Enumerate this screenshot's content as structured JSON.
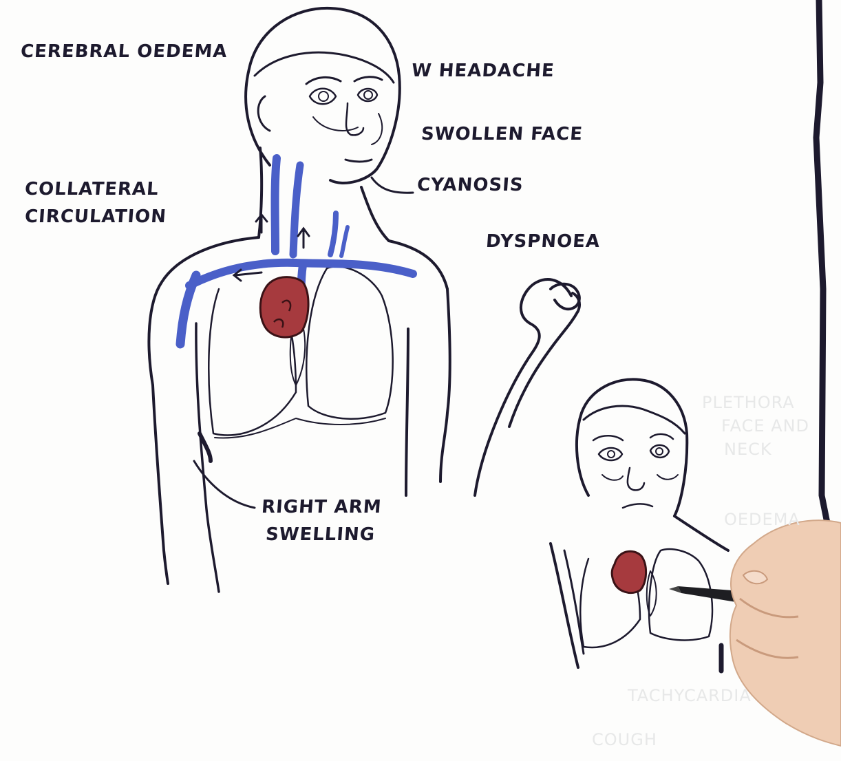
{
  "labels": {
    "cerebral_oedema": "CEREBRAL OEDEMA",
    "headache": "W HEADACHE",
    "swollen_face": "SWOLLEN FACE",
    "cyanosis": "CYANOSIS",
    "collateral_circulation_1": "COLLATERAL",
    "collateral_circulation_2": "CIRCULATION",
    "dyspnoea": "DYSPNOEA",
    "right_arm_swelling_1": "RIGHT ARM",
    "right_arm_swelling_2": "SWELLING"
  },
  "faint_labels": {
    "plethora_1": "PLETHORA",
    "plethora_2": "FACE AND",
    "plethora_3": "NECK",
    "right_partial": "OEDEMA",
    "bottom_partial_1": "TACHYCARDIA",
    "bottom_partial_2": "COUGH"
  },
  "colors": {
    "ink": "#1d1a2e",
    "vein": "#4a5fc8",
    "tumour_fill": "#a63a3e",
    "tumour_outline": "#3a1216",
    "faint_text": "#e7e8e8",
    "skin": "#efcdb4",
    "pen": "#1e1e22"
  }
}
